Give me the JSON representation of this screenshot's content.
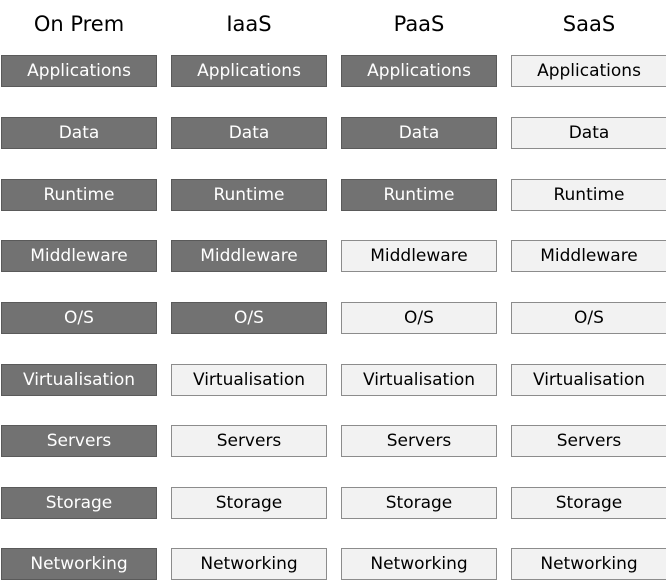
{
  "colors": {
    "managed_fill": "#727272",
    "provided_fill": "#f2f2f2"
  },
  "columns": [
    {
      "header": "On Prem",
      "managed_count": 9
    },
    {
      "header": "IaaS",
      "managed_count": 5
    },
    {
      "header": "PaaS",
      "managed_count": 3
    },
    {
      "header": "SaaS",
      "managed_count": 0
    }
  ],
  "layers": [
    "Applications",
    "Data",
    "Runtime",
    "Middleware",
    "O/S",
    "Virtualisation",
    "Servers",
    "Storage",
    "Networking"
  ]
}
